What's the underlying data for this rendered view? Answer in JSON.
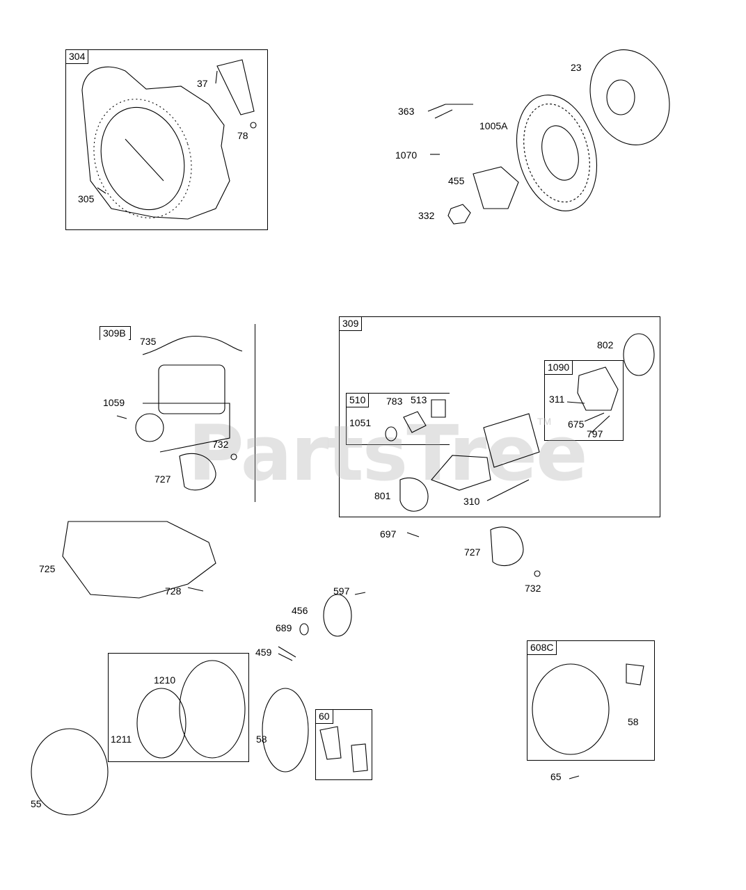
{
  "watermark": {
    "text": "PartsTree",
    "tm": "TM"
  },
  "boxes": {
    "b304": "304",
    "b309B": "309B",
    "b309": "309",
    "b510": "510",
    "b1090": "1090",
    "b608C": "608C",
    "b60": "60"
  },
  "labels": {
    "l37": "37",
    "l78": "78",
    "l305": "305",
    "l23": "23",
    "l363": "363",
    "l1005A": "1005A",
    "l1070": "1070",
    "l455": "455",
    "l332": "332",
    "l735": "735",
    "l1059": "1059",
    "l732a": "732",
    "l727a": "727",
    "l802": "802",
    "l311": "311",
    "l675": "675",
    "l797": "797",
    "l783": "783",
    "l513": "513",
    "l1051": "1051",
    "l801": "801",
    "l310": "310",
    "l697": "697",
    "l727b": "727",
    "l732b": "732",
    "l725": "725",
    "l728": "728",
    "l597": "597",
    "l456": "456",
    "l689": "689",
    "l459": "459",
    "l1210": "1210",
    "l1211": "1211",
    "l58a": "58",
    "l55": "55",
    "l58b": "58",
    "l65": "65"
  }
}
